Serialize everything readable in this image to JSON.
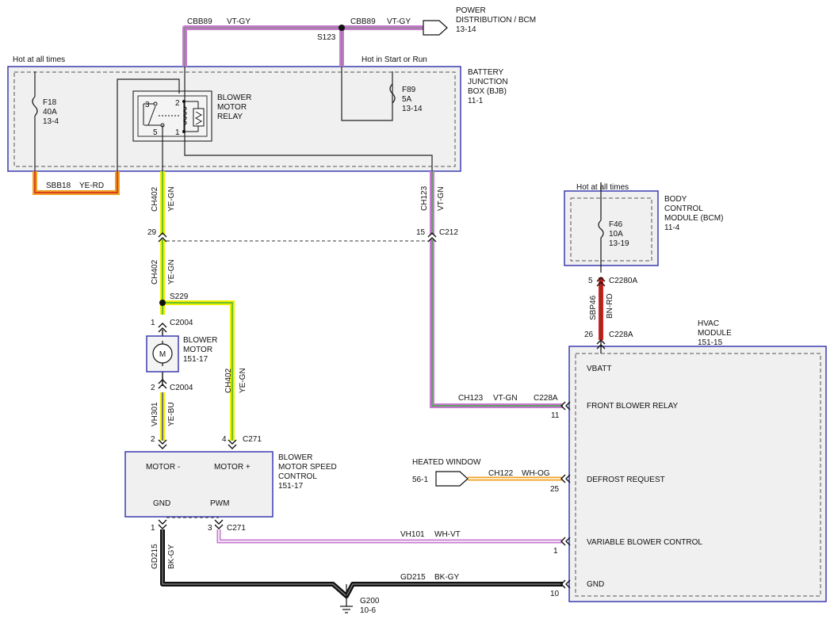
{
  "labels": {
    "hot_all_times_left": "Hot at all times",
    "hot_start_run": "Hot in Start or Run",
    "hot_all_times_bcm": "Hot at all times",
    "f18_name": "F18",
    "f18_amp": "40A",
    "f18_ref": "13-4",
    "f89_name": "F89",
    "f89_amp": "5A",
    "f89_ref": "13-14",
    "f46_name": "F46",
    "f46_amp": "10A",
    "f46_ref": "13-19",
    "relay_l1": "BLOWER",
    "relay_l2": "MOTOR",
    "relay_l3": "RELAY",
    "relay_pin3": "3",
    "relay_pin2": "2",
    "relay_pin5": "5",
    "relay_pin1": "1",
    "bjb_l1": "BATTERY",
    "bjb_l2": "JUNCTION",
    "bjb_l3": "BOX (BJB)",
    "bjb_ref": "11-1",
    "power_l1": "POWER",
    "power_l2": "DISTRIBUTION / BCM",
    "power_ref": "13-14",
    "bcm_l1": "BODY",
    "bcm_l2": "CONTROL",
    "bcm_l3": "MODULE (BCM)",
    "bcm_ref": "11-4",
    "hvac_l1": "HVAC",
    "hvac_l2": "MODULE",
    "hvac_ref": "151-15",
    "motor_l1": "BLOWER",
    "motor_l2": "MOTOR",
    "motor_ref": "151-17",
    "motor_symbol": "M",
    "bmsc_l1": "BLOWER",
    "bmsc_l2": "MOTOR SPEED",
    "bmsc_l3": "CONTROL",
    "bmsc_ref": "151-17",
    "bmsc_motor_minus": "MOTOR -",
    "bmsc_motor_plus": "MOTOR +",
    "bmsc_gnd": "GND",
    "bmsc_pwm": "PWM",
    "hvac_vbatt": "VBATT",
    "hvac_front_blower": "FRONT BLOWER RELAY",
    "hvac_defrost": "DEFROST REQUEST",
    "hvac_variable": "VARIABLE BLOWER CONTROL",
    "hvac_gnd": "GND",
    "heated_window": "HEATED WINDOW",
    "heated_ref": "56-1",
    "ground_name": "G200",
    "ground_ref": "10-6"
  },
  "wires": {
    "cbb89_1": "CBB89",
    "cbb89_1_col": "VT-GY",
    "cbb89_2": "CBB89",
    "cbb89_2_col": "VT-GY",
    "sbb18": "SBB18",
    "sbb18_col": "YE-RD",
    "ch402_a": "CH402",
    "ch402_a_col": "YE-GN",
    "ch402_b": "CH402",
    "ch402_b_col": "YE-GN",
    "ch402_c": "CH402",
    "ch402_c_col": "YE-GN",
    "ch123_a": "CH123",
    "ch123_a_col": "VT-GN",
    "ch123_b": "CH123",
    "ch123_b_col": "VT-GN",
    "vh301": "VH301",
    "vh301_col": "YE-BU",
    "sbp46": "SBP46",
    "sbp46_col": "BN-RD",
    "ch122": "CH122",
    "ch122_col": "WH-OG",
    "vh101": "VH101",
    "vh101_col": "WH-VT",
    "gd215_a": "GD215",
    "gd215_a_col": "BK-GY",
    "gd215_b": "GD215",
    "gd215_b_col": "BK-GY"
  },
  "connectors": {
    "s123": "S123",
    "s229": "S229",
    "c212": "C212",
    "c212_pin_left": "29",
    "c212_pin_right": "15",
    "c2004_top": "C2004",
    "c2004_top_pin": "1",
    "c2004_bot": "C2004",
    "c2004_bot_pin": "2",
    "c271_right": "C271",
    "c271_pin4": "4",
    "c271_pin2": "2",
    "c271_bot": "C271",
    "c271_pin1": "1",
    "c271_pin3": "3",
    "c2280a": "C2280A",
    "c2280a_pin": "5",
    "c228a_top": "C228A",
    "c228a_top_pin": "26",
    "c228a_right": "C228A",
    "hvac_pin11": "11",
    "hvac_pin25": "25",
    "hvac_pin1": "1",
    "hvac_pin10": "10"
  },
  "colors": {
    "violet": "#c77ad0",
    "grey": "#8a8a8a",
    "yellow": "#f0f000",
    "green": "#3cae3c",
    "orange": "#f0a020",
    "red": "#d02020",
    "brown": "#8b2b1a",
    "blue": "#3b3bb0",
    "white": "#ffffff",
    "black": "#111111"
  }
}
